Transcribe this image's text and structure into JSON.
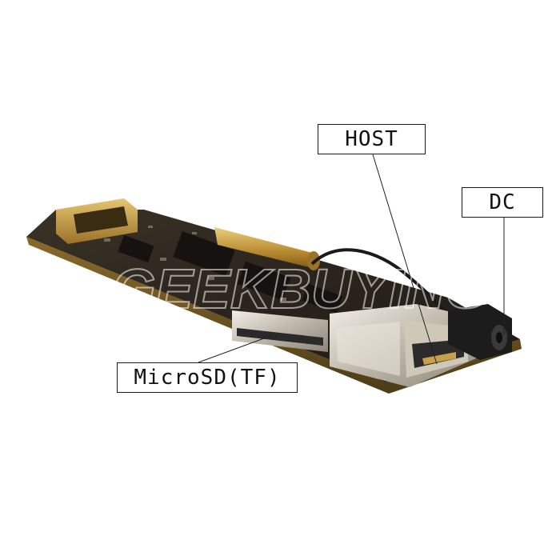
{
  "labels": {
    "host": "HOST",
    "dc": "DC",
    "microsd": "MicroSD(TF)"
  },
  "watermark": "GEEKBUYING",
  "colors": {
    "pcb_dark": "#2a241c",
    "pcb_edge": "#6b5320",
    "gold": "#c8a04a",
    "metal": "#cfcac0",
    "label_border": "#1a1a1a",
    "background": "#ffffff"
  }
}
